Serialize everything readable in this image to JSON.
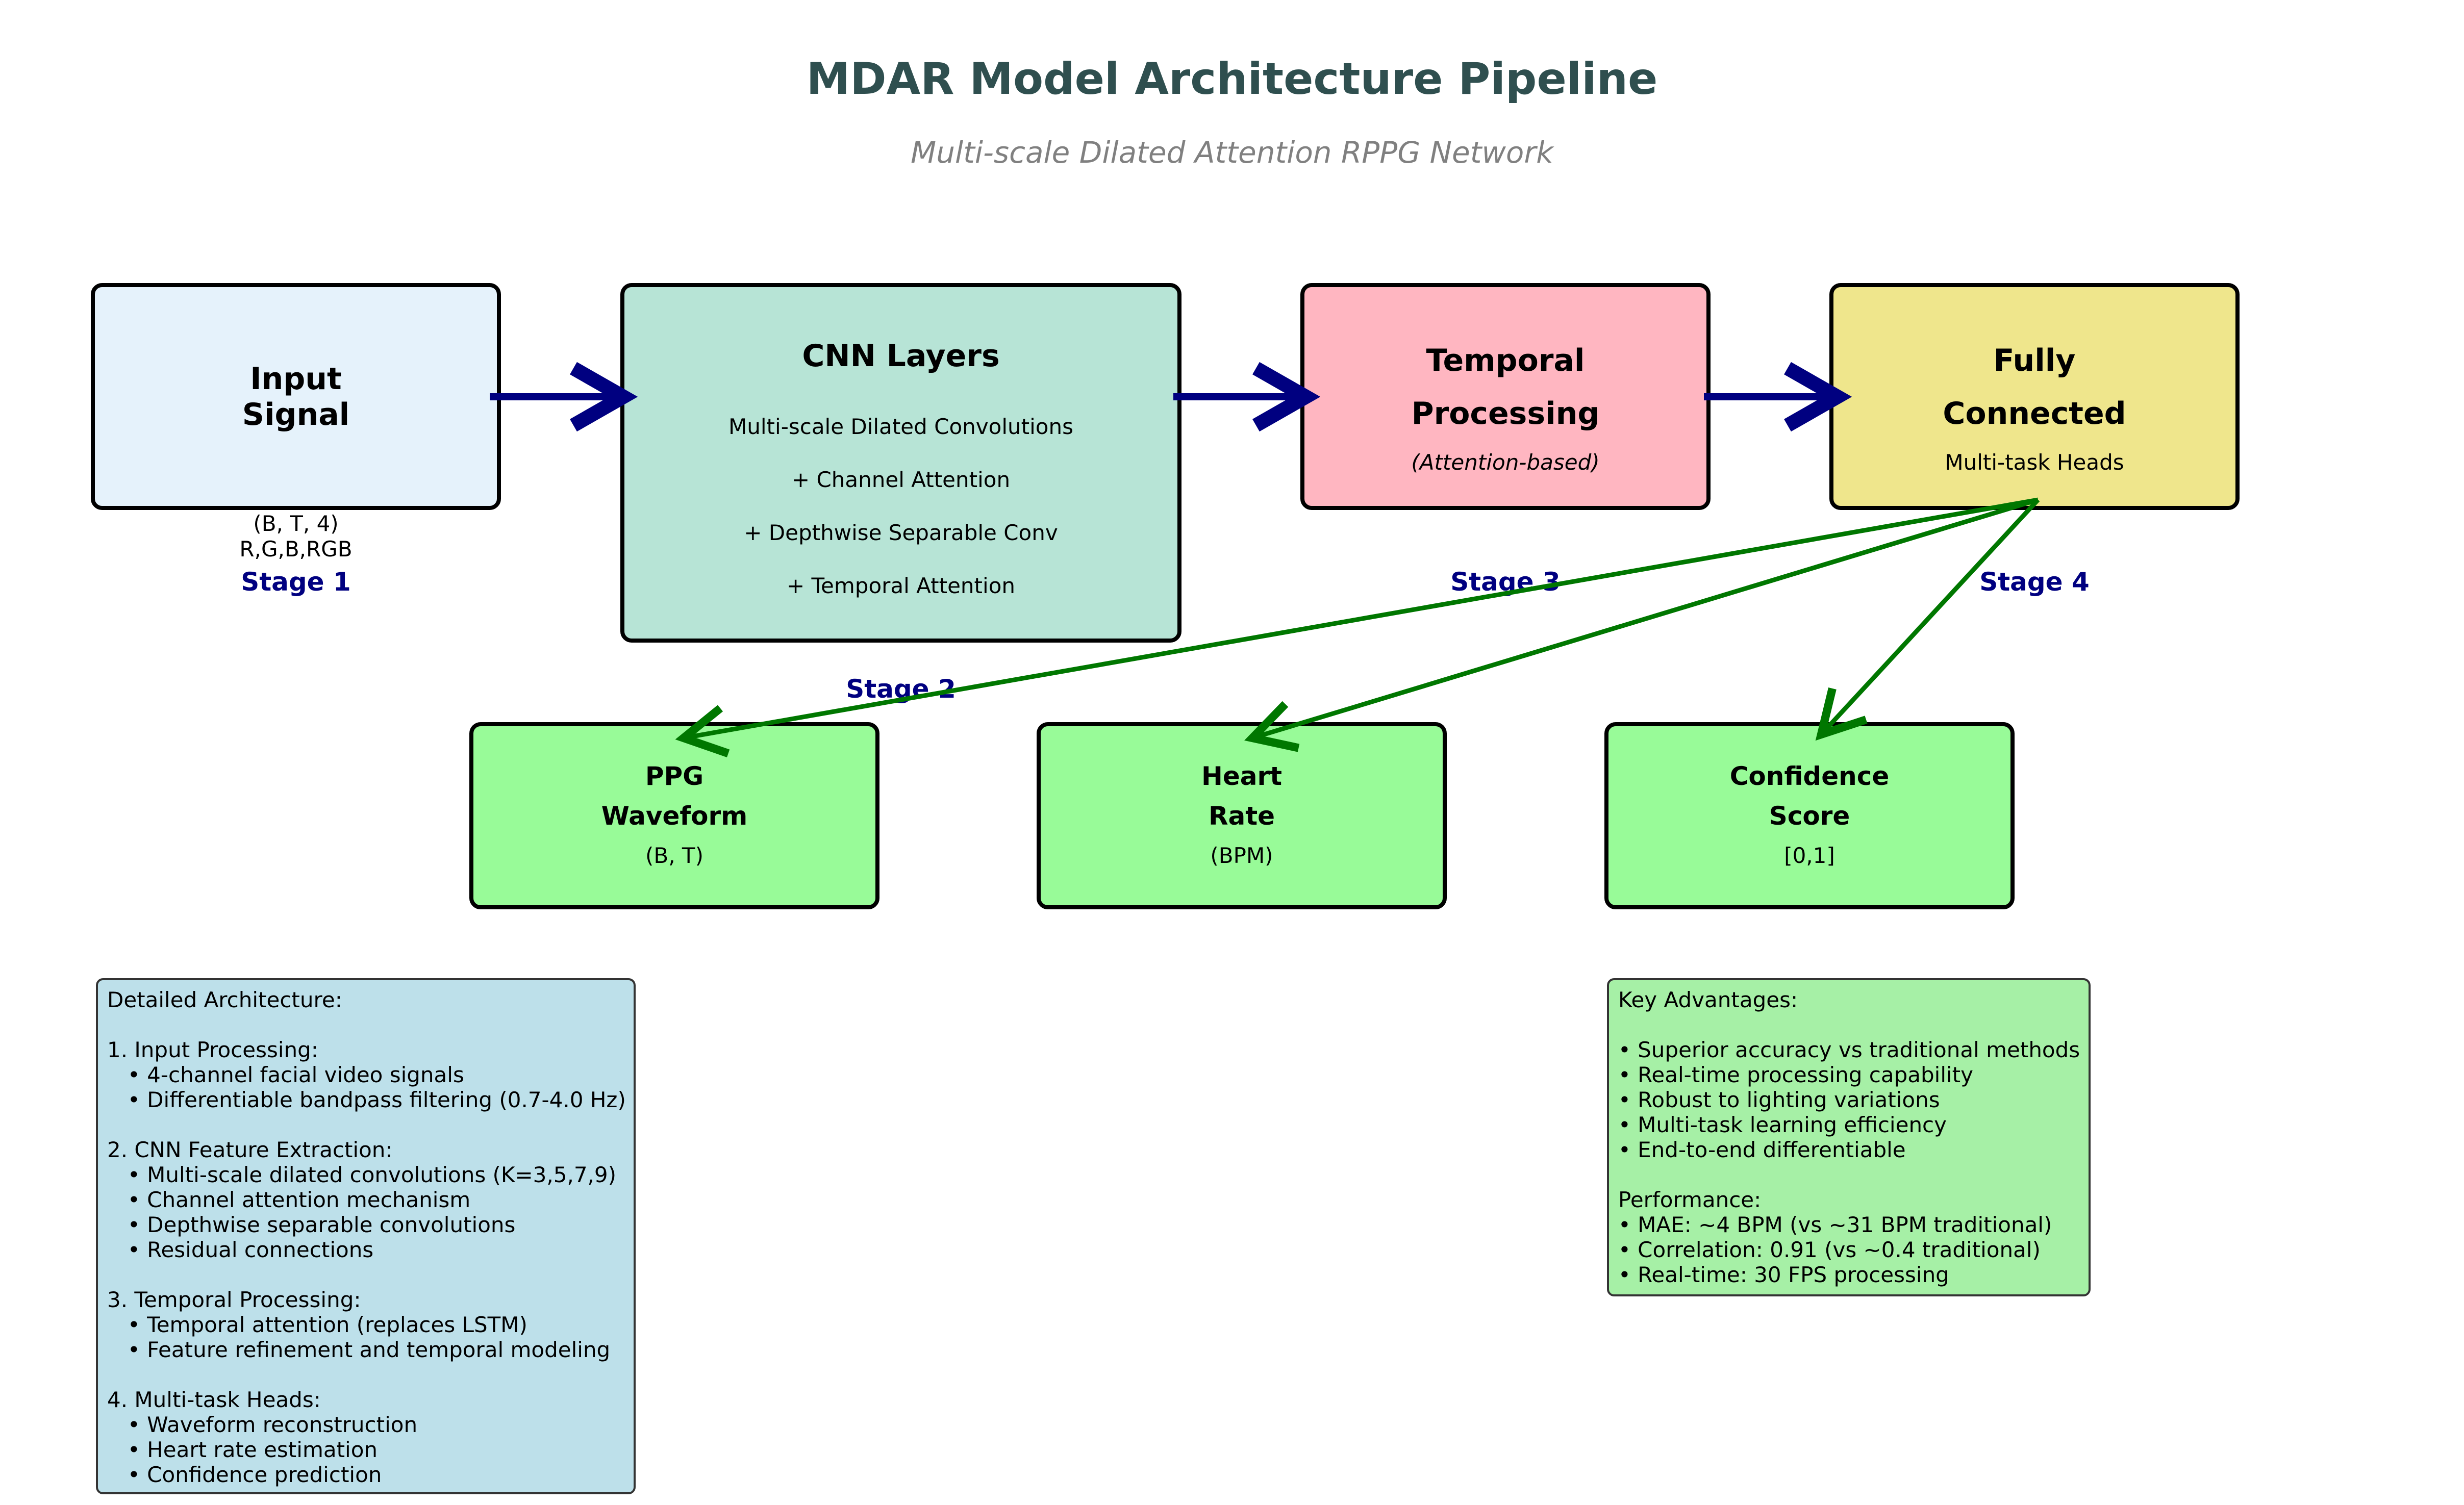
{
  "title": "MDAR Model Architecture Pipeline",
  "subtitle": "Multi-scale Dilated Attention RPPG Network",
  "stages": {
    "input": {
      "title_line1": "Input",
      "title_line2": "Signal",
      "shape": "(B, T, 4)",
      "channels": "R,G,B,RGB",
      "stage_label": "Stage 1"
    },
    "cnn": {
      "title": "CNN Layers",
      "items": [
        "Multi-scale Dilated Convolutions",
        "+ Channel Attention",
        "+ Depthwise Separable Conv",
        "+ Temporal Attention"
      ],
      "stage_label": "Stage 2"
    },
    "temporal": {
      "title_line1": "Temporal",
      "title_line2": "Processing",
      "note": "(Attention-based)",
      "stage_label": "Stage 3"
    },
    "fc": {
      "title_line1": "Fully",
      "title_line2": "Connected",
      "note": "Multi-task Heads",
      "stage_label": "Stage 4"
    }
  },
  "outputs": [
    {
      "line1": "PPG",
      "line2": "Waveform",
      "sub": "(B, T)"
    },
    {
      "line1": "Heart",
      "line2": "Rate",
      "sub": "(BPM)"
    },
    {
      "line1": "Confidence",
      "line2": "Score",
      "sub": "[0,1]"
    }
  ],
  "details_panel": [
    "Detailed Architecture:",
    "",
    "1. Input Processing:",
    "   • 4-channel facial video signals",
    "   • Differentiable bandpass filtering (0.7-4.0 Hz)",
    "",
    "2. CNN Feature Extraction:",
    "   • Multi-scale dilated convolutions (K=3,5,7,9)",
    "   • Channel attention mechanism",
    "   • Depthwise separable convolutions",
    "   • Residual connections",
    "",
    "3. Temporal Processing:",
    "   • Temporal attention (replaces LSTM)",
    "   • Feature refinement and temporal modeling",
    "",
    "4. Multi-task Heads:",
    "   • Waveform reconstruction",
    "   • Heart rate estimation",
    "   • Confidence prediction"
  ],
  "advantages_panel": [
    "Key Advantages:",
    "",
    "• Superior accuracy vs traditional methods",
    "• Real-time processing capability",
    "• Robust to lighting variations",
    "• Multi-task learning efficiency",
    "• End-to-end differentiable",
    "",
    "Performance:",
    "• MAE: ~4 BPM (vs ~31 BPM traditional)",
    "• Correlation: 0.91 (vs ~0.4 traditional)",
    "• Real-time: 30 FPS processing"
  ],
  "colors": {
    "title": "#2f4f4f",
    "stage_label": "#000080",
    "main_arrow": "#000080",
    "output_arrow": "#007700",
    "input_box": "#e5f2fb",
    "cnn_box": "#b7e4d6",
    "temporal_box": "#ffb6c1",
    "fc_box": "#efe68c",
    "output_box": "#98fb98",
    "details_panel": "#bde0ea",
    "advantages_panel": "#a6f0a6"
  }
}
